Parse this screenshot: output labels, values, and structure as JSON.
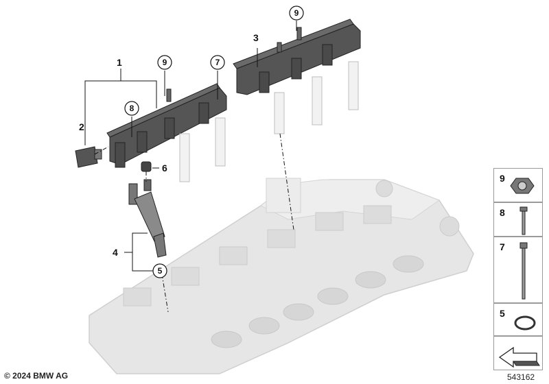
{
  "callouts": {
    "c1": "1",
    "c2": "2",
    "c3": "3",
    "c4": "4",
    "c6": "6",
    "circ9a": "9",
    "circ9b": "9",
    "circ7": "7",
    "circ8": "8",
    "circ5": "5"
  },
  "legend": {
    "items": [
      {
        "num": "9",
        "icon": "hex-nut-icon"
      },
      {
        "num": "8",
        "icon": "short-stud-bolt-icon"
      },
      {
        "num": "7",
        "icon": "long-stud-bolt-icon"
      },
      {
        "num": "5",
        "icon": "o-ring-icon"
      }
    ],
    "arrow_icon": "direction-arrow-icon"
  },
  "footer": {
    "copyright": "© 2024 BMW AG",
    "diagram_number": "543162"
  },
  "colors": {
    "rail": "#4a4a4a",
    "head": "#e2e2e2",
    "injector": "#8c8c8c"
  }
}
